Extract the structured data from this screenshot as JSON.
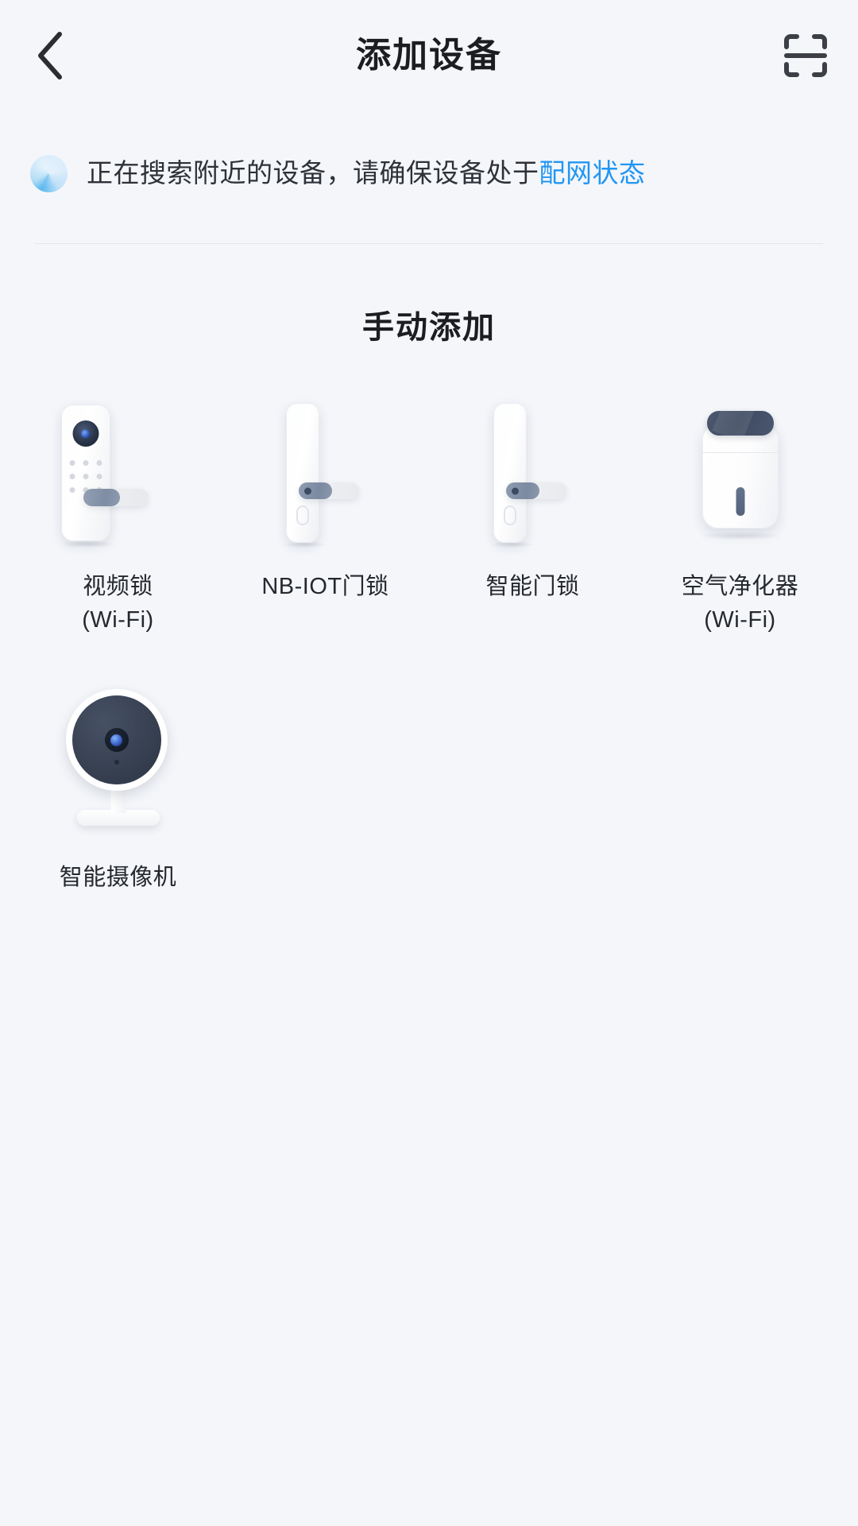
{
  "header": {
    "title": "添加设备",
    "back_icon": "chevron-left-icon",
    "scan_icon": "scan-qr-icon"
  },
  "status": {
    "spinner_icon": "loading-spinner-icon",
    "text_prefix": "正在搜索附近的设备，请确保设备处于",
    "link_text": "配网状态",
    "accent_color": "#2196f3"
  },
  "manual": {
    "section_title": "手动添加",
    "devices": [
      {
        "label": "视频锁\n(Wi-Fi)",
        "icon": "video-lock-icon"
      },
      {
        "label": "NB-IOT门锁",
        "icon": "nbiot-door-lock-icon"
      },
      {
        "label": "智能门锁",
        "icon": "smart-door-lock-icon"
      },
      {
        "label": "空气净化器\n(Wi-Fi)",
        "icon": "air-purifier-icon"
      },
      {
        "label": "智能摄像机",
        "icon": "smart-camera-icon"
      }
    ]
  },
  "colors": {
    "background": "#f4f6fa",
    "text": "#1b1d21",
    "link": "#2196f3",
    "divider": "#e2e5ea",
    "device_dark": "#3e4a60"
  }
}
